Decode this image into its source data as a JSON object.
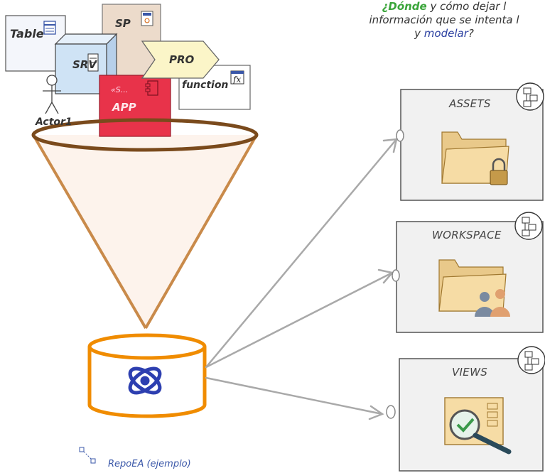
{
  "heading": {
    "line1_green": "¿Dónde",
    "line1_rest": " y cómo dejar l",
    "line2": "información que se intenta l",
    "line3_plain": "y ",
    "line3_blue": "modelar",
    "line3_end": "?"
  },
  "elements": {
    "table": "Table",
    "sp": "SP",
    "srv": "SRV",
    "pro": "PRO",
    "function": "function",
    "app_stereo": "«S...",
    "app": "APP",
    "actor": "Actor1"
  },
  "packages": [
    {
      "title": "ASSETS",
      "icon": "folder-lock-icon"
    },
    {
      "title": "WORKSPACE",
      "icon": "folder-users-icon"
    },
    {
      "title": "VIEWS",
      "icon": "diagram-check-icon"
    }
  ],
  "repository": {
    "caption": "RepoEA (ejemplo)",
    "logo": "sparx-ea-logo-icon"
  },
  "colors": {
    "funnel_rim": "#7a4a1c",
    "funnel_side": "#c98a4a",
    "db_orange": "#f08c00",
    "app_red": "#e8334a",
    "srv_blue": "#cfe3f5",
    "pro_yellow": "#fbf5c8",
    "ea_blue": "#2d3fb0"
  }
}
